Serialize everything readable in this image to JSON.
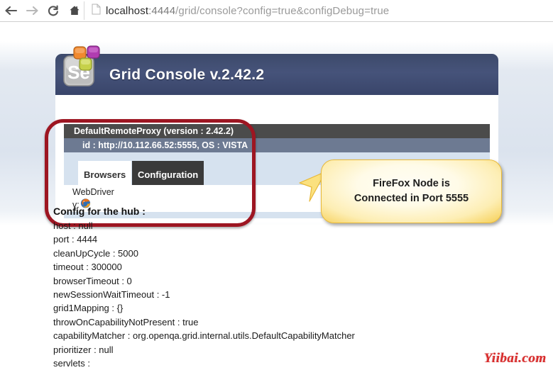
{
  "browser": {
    "back_icon": "back-arrow-icon",
    "forward_icon": "forward-arrow-icon",
    "reload_icon": "reload-icon",
    "home_icon": "home-icon",
    "page_icon": "page-document-icon",
    "url_host": "localhost",
    "url_port": ":4444",
    "url_path": "/grid/console?config=true&configDebug=true",
    "url_full": "localhost:4444/grid/console?config=true&configDebug=true"
  },
  "console": {
    "logo_text": "Se",
    "title": "Grid Console v.2.42.2"
  },
  "proxy": {
    "title": "DefaultRemoteProxy (version : 2.42.2)",
    "id_line": "id : http://10.112.66.52:5555, OS : VISTA",
    "tabs": [
      {
        "label": "Browsers",
        "active": false
      },
      {
        "label": "Configuration",
        "active": true
      }
    ],
    "browser_name": "WebDriver",
    "version_prefix": "v:",
    "browser_icon": "firefox-icon"
  },
  "callout": {
    "line1": "FireFox Node is",
    "line2": "Connected in Port 5555",
    "fill_color": "#fdeeb4",
    "border_color": "#e8b93a"
  },
  "annotation": {
    "highlight_color": "#9d1622"
  },
  "config": {
    "heading": "Config for the hub :",
    "lines": [
      "host : null",
      "port : 4444",
      "cleanUpCycle : 5000",
      "timeout : 300000",
      "browserTimeout : 0",
      "newSessionWaitTimeout : -1",
      "grid1Mapping : {}",
      "throwOnCapabilityNotPresent : true",
      "capabilityMatcher : org.openqa.grid.internal.utils.DefaultCapabilityMatcher",
      "prioritizer : null",
      "servlets :"
    ]
  },
  "watermark": {
    "text": "Yiibai.com",
    "color": "#d92b2b"
  }
}
